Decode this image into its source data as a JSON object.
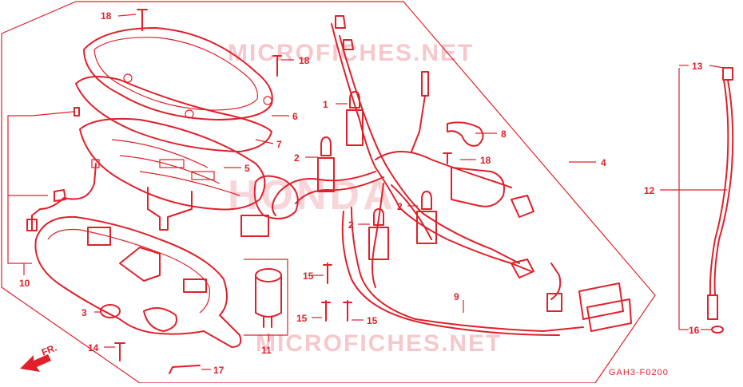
{
  "watermark": {
    "top": "MICROFICHES.NET",
    "bottom": "MICROFICHES.NET",
    "brand": "HONDA"
  },
  "drawing_code": "GAH3-F0200",
  "direction_label": "FR.",
  "callouts": {
    "c1": "1",
    "c2a": "2",
    "c2b": "2",
    "c2c": "2",
    "c3": "3",
    "c4": "4",
    "c5": "5",
    "c6": "6",
    "c7": "7",
    "c8": "8",
    "c9": "9",
    "c10": "10",
    "c11": "11",
    "c12": "12",
    "c13": "13",
    "c14": "14",
    "c15a": "15",
    "c15b": "15",
    "c15c": "15",
    "c16": "16",
    "c17": "17",
    "c18a": "18",
    "c18b": "18",
    "c18c": "18"
  },
  "colors": {
    "line": "#e0202a",
    "watermark": "#f6c8cc",
    "background": "#ffffff"
  }
}
